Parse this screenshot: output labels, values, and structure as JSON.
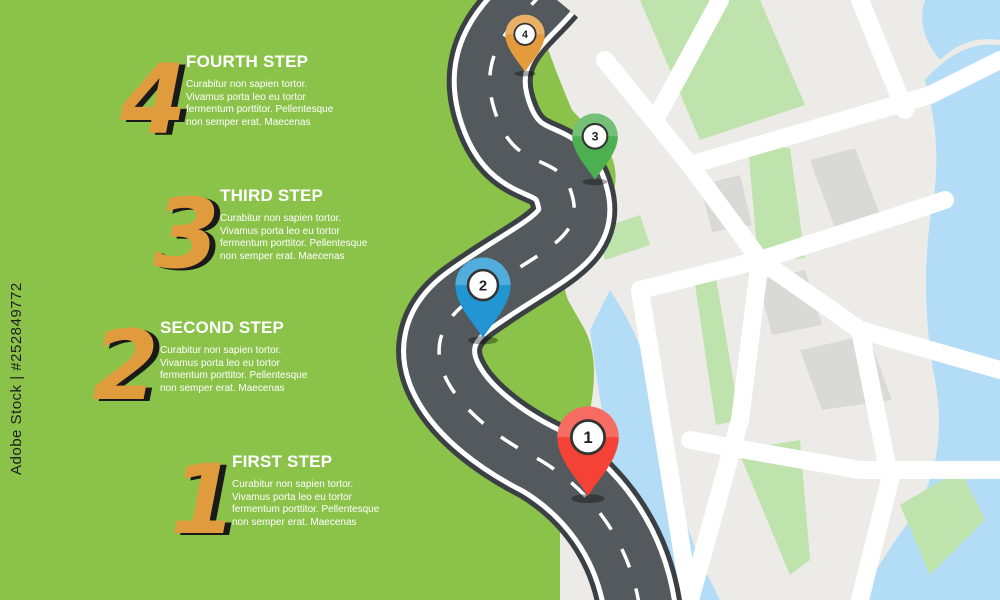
{
  "steps": [
    {
      "number": "4",
      "title": "FOURTH STEP",
      "lines": [
        "Curabitur non sapien tortor.",
        "Vivamus porta leo eu tortor",
        "fermentum porttitor. Pellentesque",
        "non semper erat. Maecenas"
      ]
    },
    {
      "number": "3",
      "title": "THIRD STEP",
      "lines": [
        "Curabitur non sapien tortor.",
        "Vivamus porta leo eu tortor",
        "fermentum porttitor. Pellentesque",
        "non semper erat. Maecenas"
      ]
    },
    {
      "number": "2",
      "title": "SECOND STEP",
      "lines": [
        "Curabitur non sapien tortor.",
        "Vivamus porta leo eu tortor",
        "fermentum porttitor. Pellentesque",
        "non semper erat. Maecenas"
      ]
    },
    {
      "number": "1",
      "title": "FIRST STEP",
      "lines": [
        "Curabitur non sapien tortor.",
        "Vivamus porta leo eu tortor",
        "fermentum porttitor. Pellentesque",
        "non semper erat. Maecenas"
      ]
    }
  ],
  "pins": [
    {
      "label": "4",
      "color": "#e39b3c"
    },
    {
      "label": "3",
      "color": "#4caf50"
    },
    {
      "label": "2",
      "color": "#2196d3"
    },
    {
      "label": "1",
      "color": "#f44336"
    }
  ],
  "side_code": "Adobe Stock | #252849772",
  "colors": {
    "grass": "#8bc34a",
    "map": "#ecebe7",
    "road": "#54595d",
    "water": "#b3dcf7",
    "park": "#bfe3ad",
    "block": "#d9d9d6",
    "number": "#e09b3d"
  }
}
